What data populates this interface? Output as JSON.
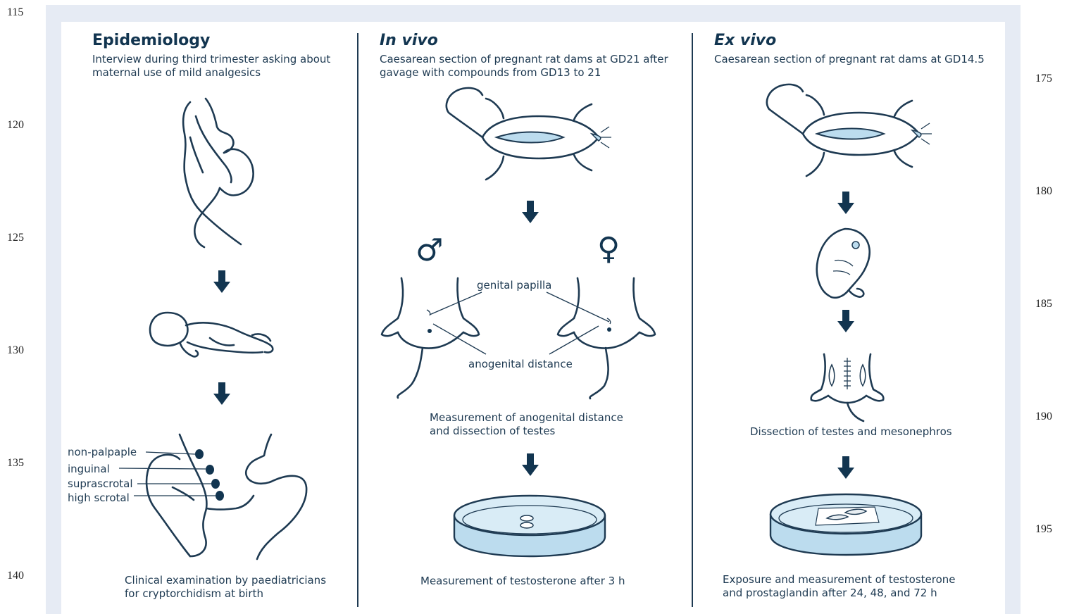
{
  "line_numbers": [
    "115",
    "120",
    "125",
    "130",
    "135",
    "140",
    "175",
    "180",
    "185",
    "190",
    "195"
  ],
  "colors": {
    "frame": "#e6ebf4",
    "ink": "#1e3a52",
    "fill_light": "#bcdcee",
    "arrow": "#123550"
  },
  "columns": {
    "epidemiology": {
      "title": "Epidemiology",
      "description": "Interview during third trimester asking about\nmaternal use of mild analgesics",
      "figures": [
        "pregnant-woman-icon",
        "newborn-baby-icon",
        "infant-examination-icon"
      ],
      "testis_labels": [
        "non-palpaple",
        "inguinal",
        "suprascrotal",
        "high scrotal"
      ],
      "caption": "Clinical examination by paediatricians\nfor cryptorchidism at birth"
    },
    "in_vivo": {
      "title": "In vivo",
      "description": "Caesarean section of pregnant rat dams at GD21 after\ngavage with compounds from GD13 to 21",
      "symbols": {
        "male": "♂",
        "female": "♀"
      },
      "labels": {
        "genital_papilla": "genital papilla",
        "anogenital_distance": "anogenital distance"
      },
      "caption_measure": "Measurement of anogenital distance\nand dissection of testes",
      "caption_final": "Measurement of testosterone after 3 h"
    },
    "ex_vivo": {
      "title": "Ex vivo",
      "description": "Caesarean section of pregnant rat dams at GD14.5",
      "caption_dissection": "Dissection of testes and mesonephros",
      "caption_final": "Exposure and measurement of testosterone\nand prostaglandin after 24, 48, and 72 h"
    }
  }
}
